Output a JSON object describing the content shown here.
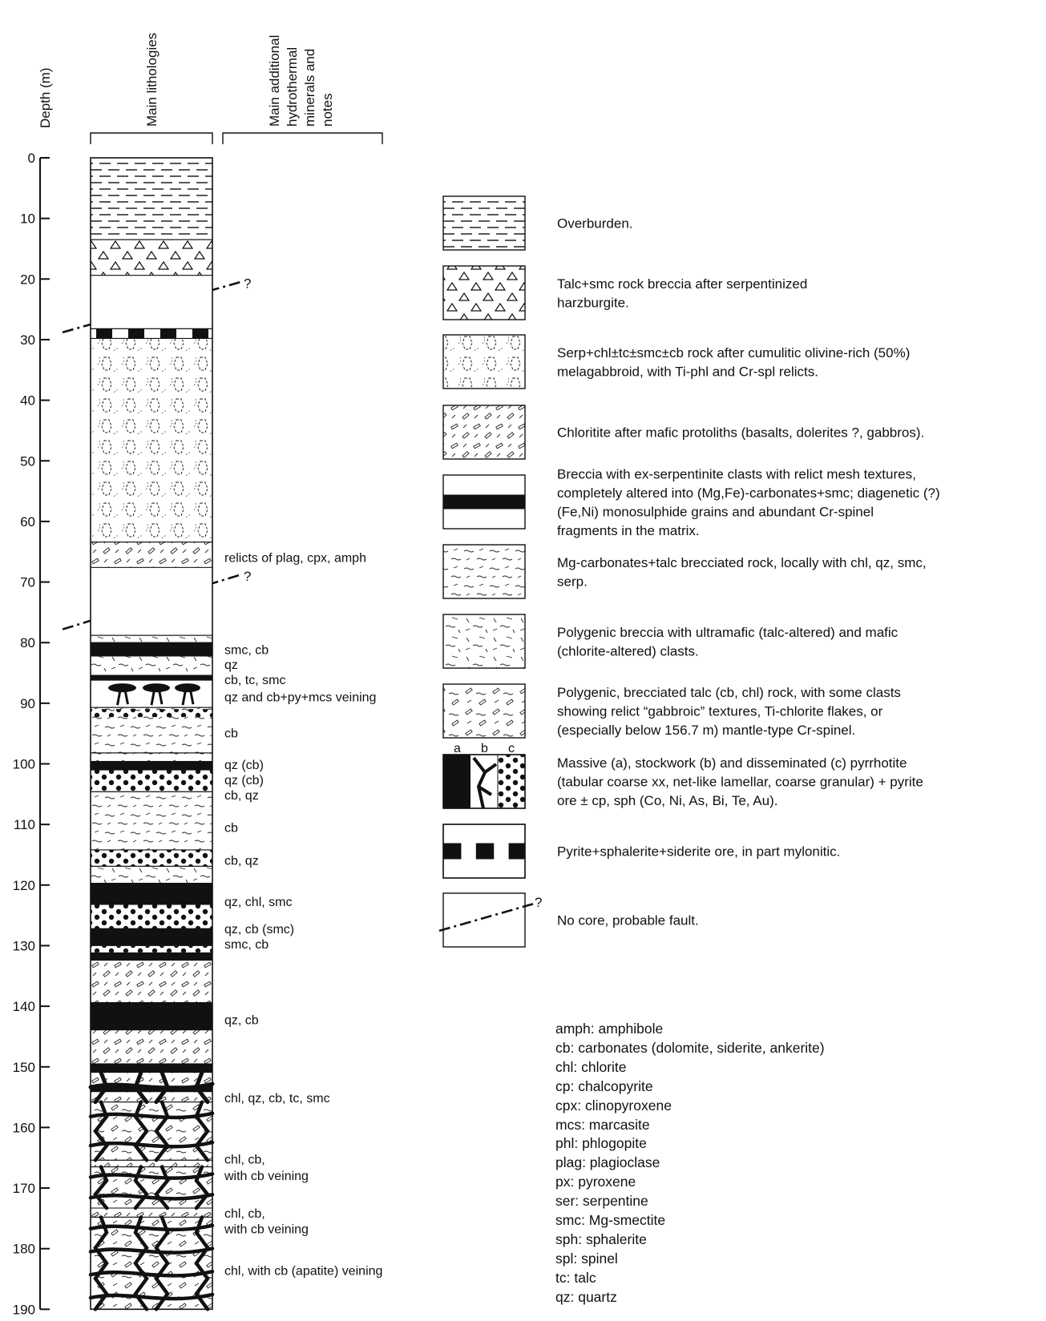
{
  "headers": {
    "depth": "Depth (m)",
    "lithologies": "Main lithologies",
    "notes": [
      "Main additional",
      "hydrothermal",
      "minerals and",
      "notes"
    ]
  },
  "depth_ticks": [
    "0",
    "10",
    "20",
    "30",
    "40",
    "50",
    "60",
    "70",
    "80",
    "90",
    "100",
    "110",
    "120",
    "130",
    "140",
    "150",
    "160",
    "170",
    "180",
    "190"
  ],
  "fault_mark": "?",
  "notes": [
    {
      "d": 66,
      "text": "relicts of plag, cpx, amph"
    },
    {
      "d": 81.2,
      "text": "smc, cb"
    },
    {
      "d": 83.7,
      "text": "qz"
    },
    {
      "d": 86.2,
      "text": "cb, tc, smc"
    },
    {
      "d": 89,
      "text": "qz and cb+py+mcs veining"
    },
    {
      "d": 95,
      "text": "cb"
    },
    {
      "d": 100.2,
      "text": "qz (cb)"
    },
    {
      "d": 102.7,
      "text": "qz (cb)"
    },
    {
      "d": 105.2,
      "text": "cb, qz"
    },
    {
      "d": 110.6,
      "text": "cb"
    },
    {
      "d": 116,
      "text": "cb, qz"
    },
    {
      "d": 122.8,
      "text": "qz, chl, smc"
    },
    {
      "d": 127.3,
      "text": "qz, cb (smc)"
    },
    {
      "d": 129.8,
      "text": "smc, cb"
    },
    {
      "d": 142.3,
      "text": "qz, cb"
    },
    {
      "d": 155.2,
      "text": "chl, qz, cb, tc, smc"
    },
    {
      "d": 165.3,
      "text": "chl, cb,"
    },
    {
      "d": 168,
      "text": "with cb veining"
    },
    {
      "d": 174.2,
      "text": "chl, cb,"
    },
    {
      "d": 176.8,
      "text": "with cb veining"
    },
    {
      "d": 183.7,
      "text": "chl, with cb (apatite) veining"
    }
  ],
  "legend": [
    {
      "id": "overburden",
      "lines": [
        "Overburden."
      ]
    },
    {
      "id": "talc-breccia",
      "lines": [
        "Talc+smc rock breccia after serpentinized",
        "harzburgite."
      ]
    },
    {
      "id": "serp-rock",
      "lines": [
        "Serp+chl±tc±smc±cb rock after cumulitic olivine-rich (50%)",
        "melagabbroid, with Ti-phl and Cr-spl relicts."
      ]
    },
    {
      "id": "chloritite",
      "lines": [
        "Chloritite after mafic protoliths (basalts, dolerites ?, gabbros)."
      ]
    },
    {
      "id": "carbonate-breccia",
      "lines": [
        "Breccia with ex-serpentinite clasts with relict mesh textures,",
        "completely altered into (Mg,Fe)-carbonates+smc; diagenetic (?)",
        "(Fe,Ni) monosulphide grains and abundant Cr-spinel",
        "fragments in the matrix."
      ]
    },
    {
      "id": "mg-carbonate-rock",
      "lines": [
        "Mg-carbonates+talc brecciated rock, locally with chl, qz, smc,",
        "serp."
      ]
    },
    {
      "id": "polygenic-breccia",
      "lines": [
        "Polygenic breccia with ultramafic (talc-altered) and mafic",
        "(chlorite-altered) clasts."
      ]
    },
    {
      "id": "polygenic-talc-rock",
      "lines": [
        "Polygenic, brecciated talc (cb, chl) rock, with some clasts",
        "showing relict “gabbroic” textures, Ti-chlorite flakes, or",
        "(especially below 156.7 m) mantle-type Cr-spinel."
      ]
    },
    {
      "id": "pyrrhotite-ore",
      "lines": [
        "Massive (a), stockwork (b) and disseminated (c) pyrrhotite",
        "(tabular coarse xx, net-like lamellar, coarse granular) + pyrite",
        "ore ± cp, sph (Co, Ni, As, Bi, Te, Au)."
      ],
      "sublabels": [
        "a",
        "b",
        "c"
      ]
    },
    {
      "id": "pyrite-ore",
      "lines": [
        "Pyrite+sphalerite+siderite ore, in part mylonitic."
      ]
    },
    {
      "id": "no-core",
      "lines": [
        "No core, probable fault."
      ]
    }
  ],
  "abbreviations": [
    "amph: amphibole",
    "cb: carbonates (dolomite, siderite, ankerite)",
    "chl: chlorite",
    "cp: chalcopyrite",
    "cpx: clinopyroxene",
    "mcs: marcasite",
    "phl: phlogopite",
    "plag: plagioclase",
    "px: pyroxene",
    "ser: serpentine",
    "smc: Mg-smectite",
    "sph: sphalerite",
    "spl: spinel",
    "tc: talc",
    "qz: quartz"
  ],
  "log_units": [
    {
      "from": 0,
      "to": 13.5,
      "type": "overburden"
    },
    {
      "from": 13.5,
      "to": 19.4,
      "type": "talc-breccia"
    },
    {
      "from": 19.4,
      "to": 28.2,
      "type": "no-core"
    },
    {
      "from": 28.2,
      "to": 29.8,
      "type": "pyrite-ore"
    },
    {
      "from": 29.8,
      "to": 63.4,
      "type": "serp-rock"
    },
    {
      "from": 63.4,
      "to": 67.6,
      "type": "chloritite"
    },
    {
      "from": 67.6,
      "to": 78.8,
      "type": "no-core"
    },
    {
      "from": 78.8,
      "to": 80.0,
      "type": "polygenic-breccia"
    },
    {
      "from": 80.0,
      "to": 82.2,
      "type": "carbonate-breccia"
    },
    {
      "from": 82.2,
      "to": 85.4,
      "type": "polygenic-breccia"
    },
    {
      "from": 85.4,
      "to": 86.2,
      "type": "massive-ore"
    },
    {
      "from": 86.2,
      "to": 90.7,
      "type": "ore-dendrite"
    },
    {
      "from": 90.7,
      "to": 98.2,
      "type": "mg-carbonate-disseminated"
    },
    {
      "from": 98.2,
      "to": 99.6,
      "type": "mg-carbonate-rock"
    },
    {
      "from": 99.6,
      "to": 101.0,
      "type": "massive-ore"
    },
    {
      "from": 101.0,
      "to": 104.6,
      "type": "disseminated-ore"
    },
    {
      "from": 104.6,
      "to": 114.2,
      "type": "mg-carbonate-rock"
    },
    {
      "from": 114.2,
      "to": 116.9,
      "type": "disseminated-ore"
    },
    {
      "from": 116.9,
      "to": 119.7,
      "type": "polygenic-breccia"
    },
    {
      "from": 119.7,
      "to": 123.2,
      "type": "massive-ore"
    },
    {
      "from": 123.2,
      "to": 127.2,
      "type": "disseminated-ore"
    },
    {
      "from": 127.2,
      "to": 132.4,
      "type": "massive-disseminated-ore"
    },
    {
      "from": 132.4,
      "to": 139.4,
      "type": "chloritite"
    },
    {
      "from": 139.4,
      "to": 143.9,
      "type": "massive-ore"
    },
    {
      "from": 143.9,
      "to": 149.5,
      "type": "chloritite"
    },
    {
      "from": 149.5,
      "to": 150.9,
      "type": "massive-ore"
    },
    {
      "from": 150.9,
      "to": 155.8,
      "type": "stockwork-ore"
    },
    {
      "from": 155.8,
      "to": 165.4,
      "type": "veined-rock"
    },
    {
      "from": 165.4,
      "to": 166.5,
      "type": "thin-band"
    },
    {
      "from": 166.5,
      "to": 173.3,
      "type": "veined-rock"
    },
    {
      "from": 173.3,
      "to": 174.8,
      "type": "thin-band"
    },
    {
      "from": 174.8,
      "to": 190,
      "type": "veined-rock"
    }
  ]
}
